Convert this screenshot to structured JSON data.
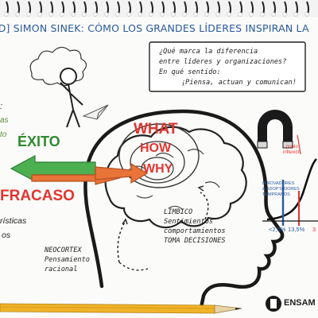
{
  "header": {
    "title": "[Visual TED] SIMON SINEK: CÓMO LOS GRANDES LÍDERES INSPIRAN LA"
  },
  "question": {
    "lines": [
      "¿Qué marca la diferencia",
      "entre líderes y organizaciones?",
      "En qué sentido:",
      "¡Piensa, actuan y comunican!"
    ]
  },
  "circles": {
    "what": "WHAT",
    "how": "HOW",
    "why": "WHY"
  },
  "outcomes": {
    "success": "ÉXITO",
    "failure": "FRACASO"
  },
  "left_fragments": {
    "f1": ":",
    "f2": "as",
    "f3": "to",
    "f4": "rísticas",
    "f5": "os"
  },
  "brain_notes": {
    "limbic": [
      "LÍMBICO",
      "Sentimientos",
      "comportamientos",
      "TOMA DECISIONES"
    ],
    "neocortex": [
      "NEOCORTEX",
      "Pensamiento",
      "racional"
    ]
  },
  "adoption_chart": {
    "peak_label": [
      "punto",
      "inflexión"
    ],
    "segment_label": [
      "INNOVADORES",
      "& ADOPTADORES",
      "TEMPRANOS"
    ],
    "percentages": [
      "<2,5%",
      "13,5%",
      "3"
    ]
  },
  "brand": {
    "name": "ENSAM"
  },
  "colors": {
    "ink": "#1e1e1e",
    "blue": "#2a5a9c",
    "red": "#e2352f",
    "orange": "#e8743a",
    "green": "#2f8b2f",
    "arrow_green": "#4caf50"
  },
  "icons": [
    "thinking-person-icon",
    "paper-plane-icon",
    "magnet-icon",
    "pencil-icon",
    "spiral-binding-icon",
    "brand-logo-icon"
  ]
}
